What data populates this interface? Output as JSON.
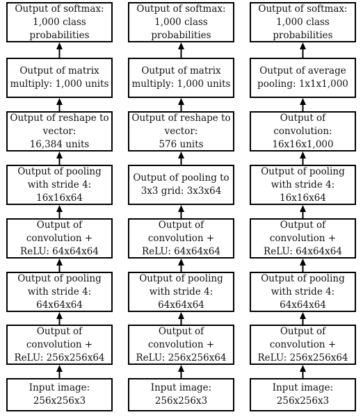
{
  "columns": [
    {
      "boxes": [
        "Output of softmax:\n1,000 class\nprobabilities",
        "Output of matrix\nmultiply: 1,000 units",
        "Output of reshape to\nvector:\n16,384 units",
        "Output of pooling\nwith stride 4:\n16x16x64",
        "Output of\nconvolution +\nReLU: 64x64x64",
        "Output of pooling\nwith stride 4:\n64x64x64",
        "Output of\nconvolution +\nReLU: 256x256x64",
        "Input image:\n256x256x3"
      ]
    },
    {
      "boxes": [
        "Output of softmax:\n1,000 class\nprobabilities",
        "Output of matrix\nmultiply: 1,000 units",
        "Output of reshape to\nvector:\n576 units",
        "Output of pooling to\n3x3 grid: 3x3x64",
        "Output of\nconvolution +\nReLU: 64x64x64",
        "Output of pooling\nwith stride 4:\n64x64x64",
        "Output of\nconvolution +\nReLU: 256x256x64",
        "Input image:\n256x256x3"
      ]
    },
    {
      "boxes": [
        "Output of softmax:\n1,000 class\nprobabilities",
        "Output of average\npooling: 1x1x1,000",
        "Output of\nconvolution:\n16x16x1,000",
        "Output of pooling\nwith stride 4:\n16x16x64",
        "Output of\nconvolution +\nReLU: 64x64x64",
        "Output of pooling\nwith stride 4:\n64x64x64",
        "Output of\nconvolution +\nReLU: 256x256x64",
        "Input image:\n256x256x3"
      ]
    }
  ]
}
